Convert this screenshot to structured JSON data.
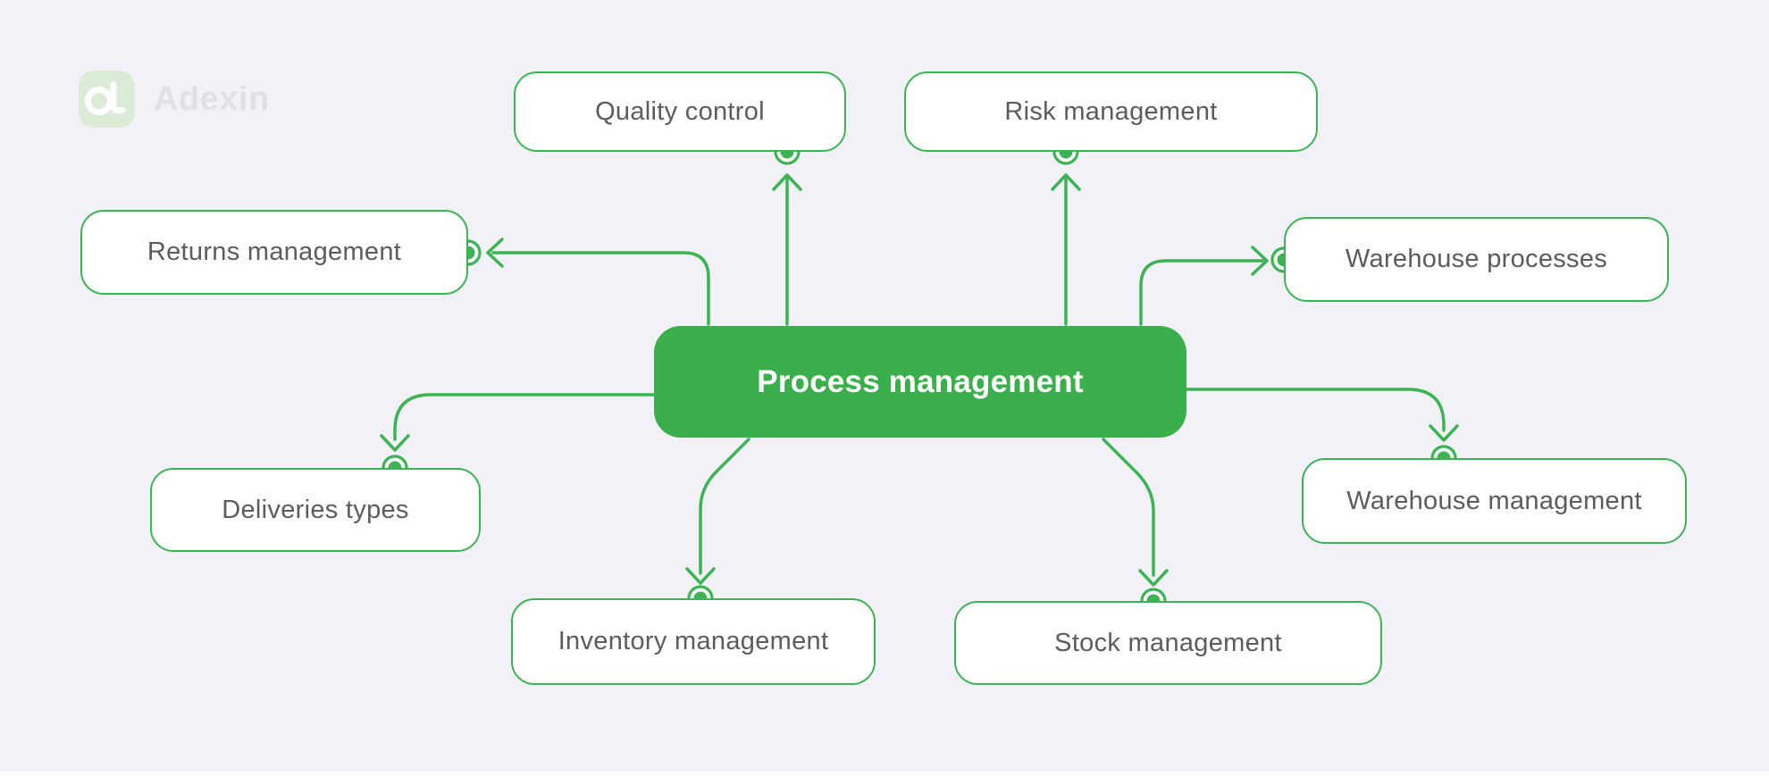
{
  "watermark": {
    "brand": "Adexin"
  },
  "colors": {
    "background": "#F2F1F7",
    "node_border_green": "#3CB453",
    "center_fill_green": "#3AAF4B",
    "connector_green": "#3CB453",
    "label_gray": "#5B5C5F",
    "center_text": "#FFFFFF",
    "logo_tile_green": "#DBEBD8",
    "brand_text_gray": "#E0E0E6"
  },
  "diagram": {
    "center": {
      "label": "Process management"
    },
    "nodes": [
      {
        "id": "quality-control",
        "label": "Quality control"
      },
      {
        "id": "risk-management",
        "label": "Risk management"
      },
      {
        "id": "returns-management",
        "label": "Returns management"
      },
      {
        "id": "warehouse-processes",
        "label": "Warehouse processes"
      },
      {
        "id": "deliveries-types",
        "label": "Deliveries types"
      },
      {
        "id": "warehouse-management",
        "label": "Warehouse management"
      },
      {
        "id": "inventory-management",
        "label": "Inventory management"
      },
      {
        "id": "stock-management",
        "label": "Stock management"
      }
    ]
  }
}
